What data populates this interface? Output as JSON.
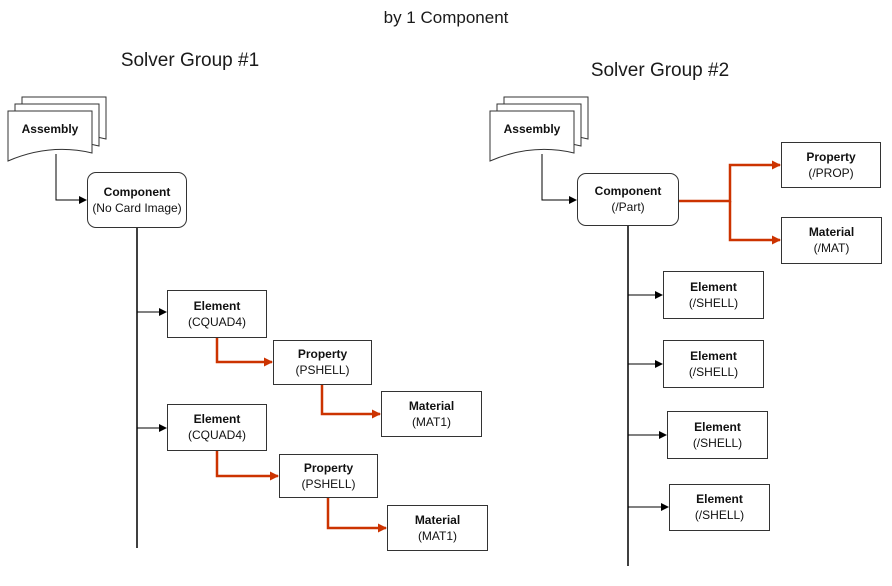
{
  "title": "by 1 Component",
  "groups": [
    {
      "title": "Solver Group #1",
      "assembly": {
        "label": "Assembly"
      },
      "component": {
        "label": "Component",
        "card": "(No Card Image)"
      },
      "element_blocks": [
        {
          "element": {
            "label": "Element",
            "card": "(CQUAD4)"
          },
          "property": {
            "label": "Property",
            "card": "(PSHELL)"
          },
          "material": {
            "label": "Material",
            "card": "(MAT1)"
          }
        },
        {
          "element": {
            "label": "Element",
            "card": "(CQUAD4)"
          },
          "property": {
            "label": "Property",
            "card": "(PSHELL)"
          },
          "material": {
            "label": "Material",
            "card": "(MAT1)"
          }
        }
      ]
    },
    {
      "title": "Solver Group #2",
      "assembly": {
        "label": "Assembly"
      },
      "component": {
        "label": "Component",
        "card": "(/Part)"
      },
      "property": {
        "label": "Property",
        "card": "(/PROP)"
      },
      "material": {
        "label": "Material",
        "card": "(/MAT)"
      },
      "elements": [
        {
          "label": "Element",
          "card": "(/SHELL)"
        },
        {
          "label": "Element",
          "card": "(/SHELL)"
        },
        {
          "label": "Element",
          "card": "(/SHELL)"
        },
        {
          "label": "Element",
          "card": "(/SHELL)"
        }
      ]
    }
  ],
  "colors": {
    "connector": "#000000",
    "highlight": "#cc3300",
    "border": "#333333"
  }
}
